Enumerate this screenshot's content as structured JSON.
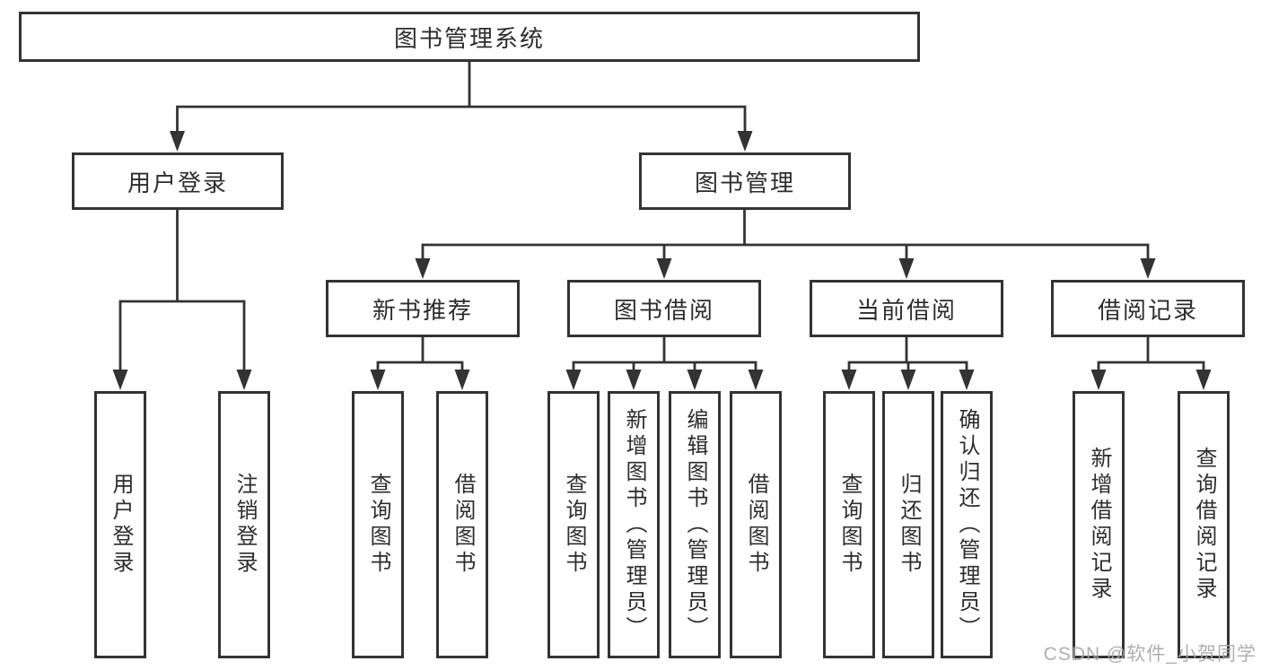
{
  "diagram": {
    "root": "图书管理系统",
    "level2": {
      "user_login": "用户登录",
      "book_mgmt": "图书管理"
    },
    "level3": {
      "new_books": "新书推荐",
      "book_borrow": "图书借阅",
      "current_borrow": "当前借阅",
      "borrow_records": "借阅记录"
    },
    "leaves": {
      "user_login": [
        "用户登录",
        "注销登录"
      ],
      "new_books": [
        "查询图书",
        "借阅图书"
      ],
      "book_borrow": [
        "查询图书",
        "新增图书（管理员）",
        "编辑图书（管理员）",
        "借阅图书"
      ],
      "current_borrow": [
        "查询图书",
        "归还图书",
        "确认归还（管理员）"
      ],
      "borrow_records": [
        "新增借阅记录",
        "查询借阅记录"
      ]
    }
  },
  "watermark": {
    "text": "CSDN @软件_小贺同学",
    "color": "#a9a9a9"
  },
  "colors": {
    "line": "#333333",
    "text": "#2d2d2d",
    "background": "#ffffff"
  }
}
